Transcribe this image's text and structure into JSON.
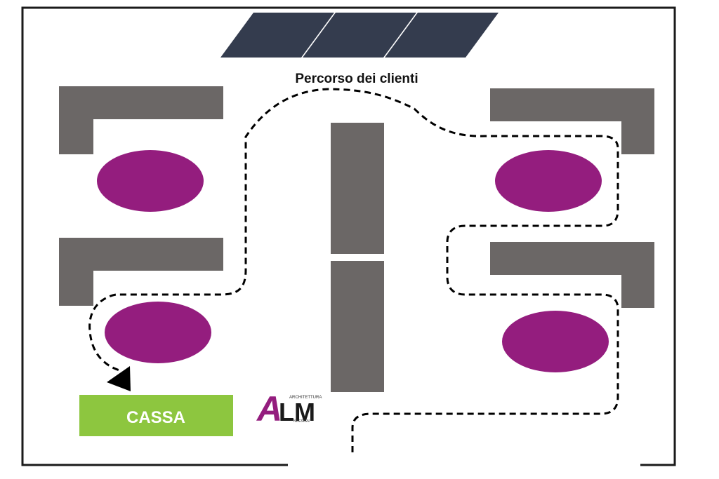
{
  "diagram": {
    "title": "Percorso dei clienti",
    "checkout_label": "CASSA",
    "logo": {
      "letters": "ALM",
      "small_text_1": "ARCHITETTURA",
      "small_text_2": "NDESIGN"
    },
    "colors": {
      "wall": "#1a1a1a",
      "shelf": "#6b6766",
      "table": "#941d7e",
      "checkout": "#8dc63f",
      "window": "#343c4e",
      "path": "#000000"
    }
  }
}
